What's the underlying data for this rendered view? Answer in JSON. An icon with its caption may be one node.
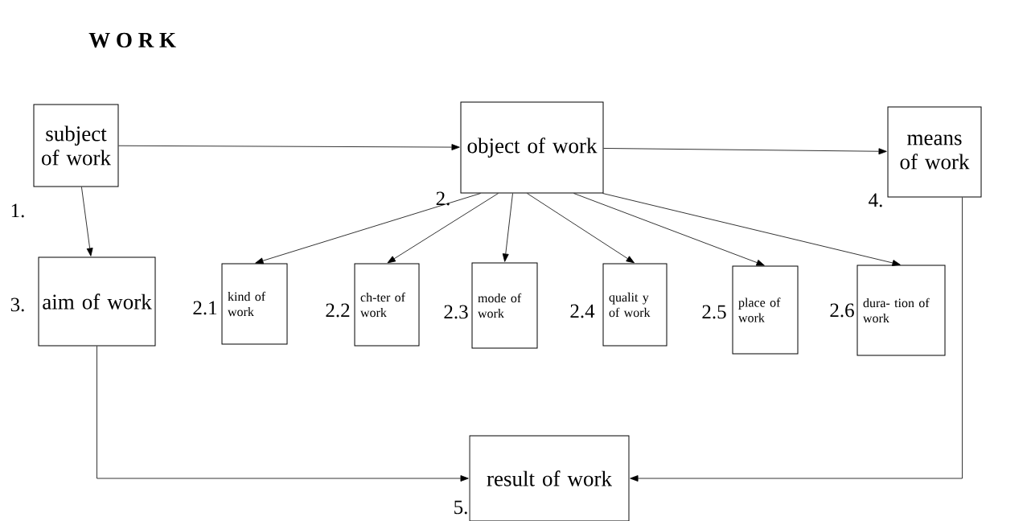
{
  "diagram": {
    "title": "W O R K",
    "nodes": [
      {
        "text": [
          "subject of work"
        ],
        "beside": [
          "1."
        ]
      },
      {
        "text": [
          "object of work"
        ],
        "beside": [
          "2."
        ]
      },
      {
        "text": [
          "means of work"
        ],
        "beside": [
          "4."
        ]
      },
      {
        "text": [
          "aim of work"
        ],
        "beside": [
          "3."
        ]
      },
      {
        "text": [
          "kind of work"
        ],
        "beside": [
          "2.1"
        ]
      },
      {
        "text": [
          "ch-ter of work"
        ],
        "beside": [
          "2.2"
        ]
      },
      {
        "text": [
          "mode of work"
        ],
        "beside": [
          "2.3"
        ]
      },
      {
        "text": [
          "qualit y of work"
        ],
        "beside": [
          "2.4"
        ]
      },
      {
        "text": [
          "place of work"
        ],
        "beside": [
          "2.5"
        ]
      },
      {
        "text": [
          "dura- tion of work"
        ],
        "beside": [
          "2.6"
        ]
      },
      {
        "text": [
          "result of work"
        ],
        "beside": [
          "5."
        ]
      }
    ],
    "edges": [
      {
        "from": 0,
        "to": 1,
        "arrow": "to"
      },
      {
        "from": 1,
        "to": 2,
        "arrow": "to"
      },
      {
        "from": 0,
        "to": 3,
        "arrow": "to"
      },
      {
        "from": 1,
        "to": 4,
        "arrow": "to"
      },
      {
        "from": 1,
        "to": 5,
        "arrow": "to"
      },
      {
        "from": 1,
        "to": 6,
        "arrow": "to"
      },
      {
        "from": 1,
        "to": 7,
        "arrow": "to"
      },
      {
        "from": 1,
        "to": 8,
        "arrow": "to"
      },
      {
        "from": 1,
        "to": 9,
        "arrow": "to"
      },
      {
        "from": 3,
        "to": 10,
        "arrow": "to"
      },
      {
        "from": 2,
        "to": 10,
        "arrow": "to"
      }
    ]
  }
}
